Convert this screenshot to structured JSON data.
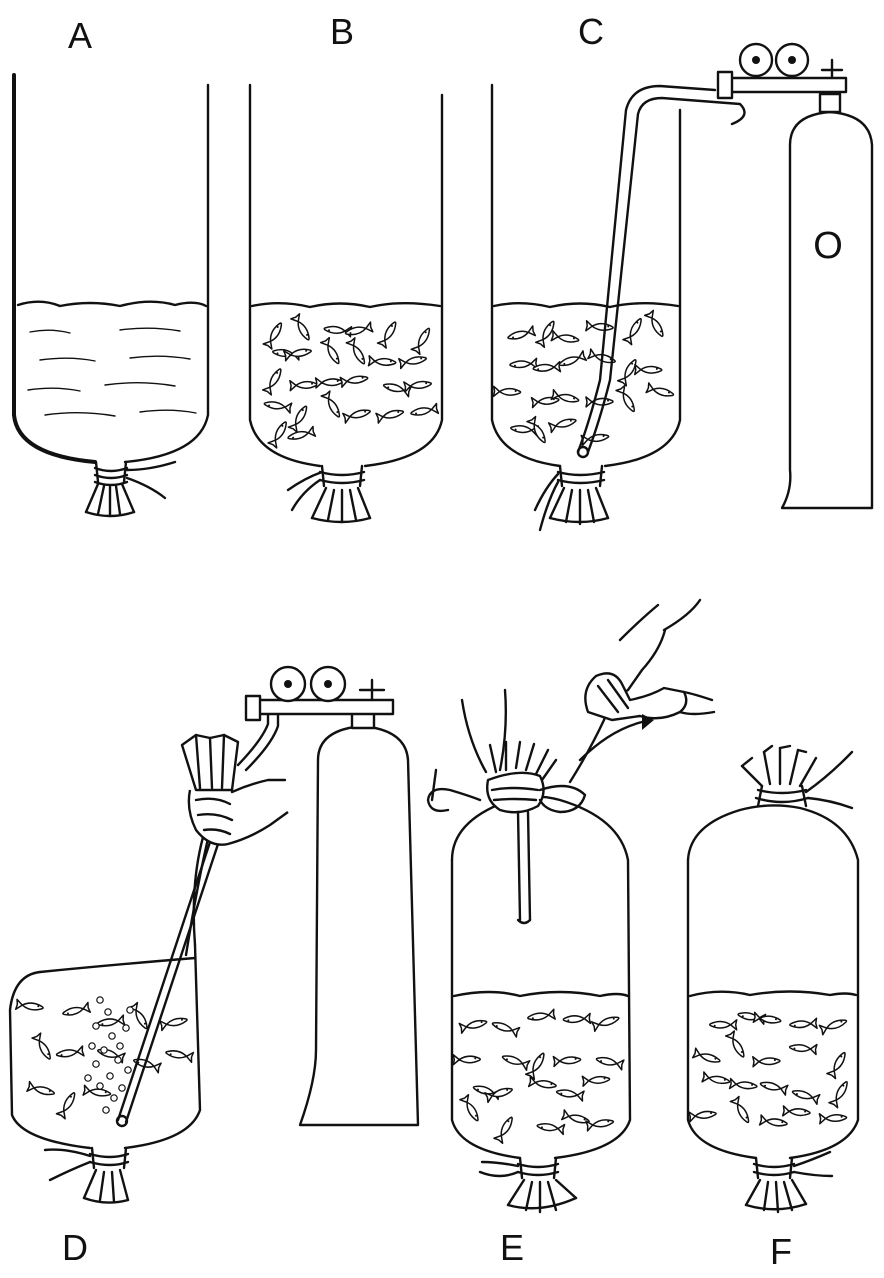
{
  "panels": [
    {
      "id": "A",
      "label": "A"
    },
    {
      "id": "B",
      "label": "B"
    },
    {
      "id": "C",
      "label": "C"
    },
    {
      "id": "D",
      "label": "D"
    },
    {
      "id": "E",
      "label": "E"
    },
    {
      "id": "F",
      "label": "F"
    }
  ],
  "cylinder_label": "O",
  "icons": [
    "plastic-bag-icon",
    "fish-icon",
    "oxygen-cylinder-icon",
    "pressure-gauge-icon",
    "valve-icon",
    "air-hose-icon",
    "hand-icon",
    "rubber-band-icon",
    "bubbles-icon",
    "arrow-icon"
  ]
}
